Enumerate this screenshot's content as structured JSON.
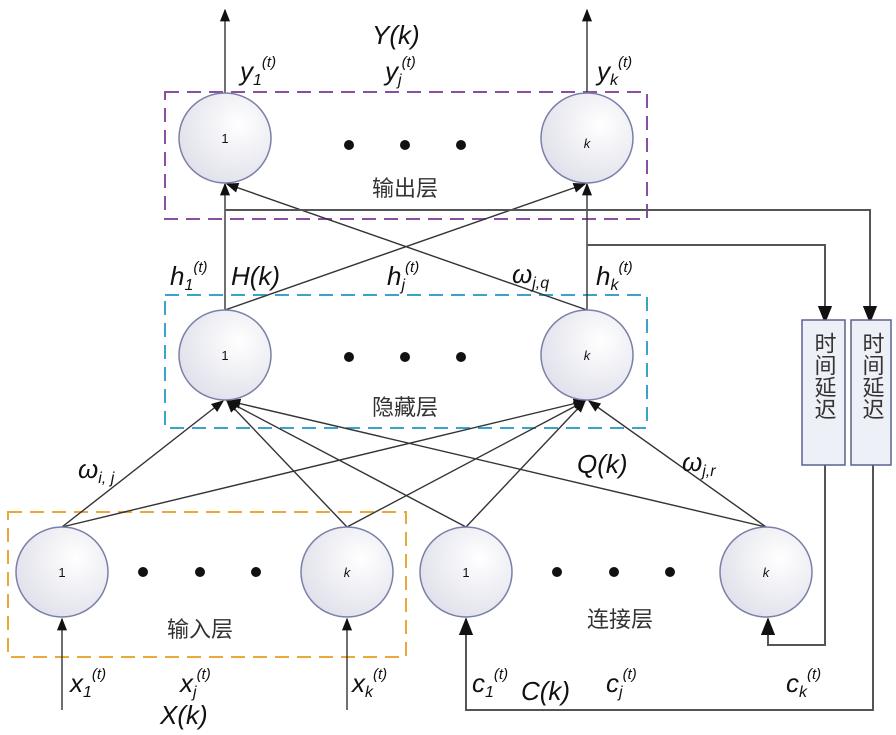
{
  "layers": {
    "output": {
      "label": "输出层",
      "border_color": "#8a4fa0"
    },
    "hidden": {
      "label": "隐藏层",
      "border_color": "#3aa3c8"
    },
    "input": {
      "label": "输入层",
      "border_color": "#e8a93a"
    },
    "context": {
      "label": "连接层"
    }
  },
  "nodes": {
    "first": "1",
    "last": "k"
  },
  "delay": {
    "left": "时间延迟",
    "right": "时间延迟"
  },
  "labels": {
    "Yk": {
      "main": "Y(k)"
    },
    "y1": {
      "main": "y",
      "sub": "1",
      "sup": "(t)"
    },
    "yj": {
      "main": "y",
      "sub": "j",
      "sup": "(t)"
    },
    "yk": {
      "main": "y",
      "sub": "k",
      "sup": "(t)"
    },
    "h1": {
      "main": "h",
      "sub": "1",
      "sup": "(t)"
    },
    "Hk": {
      "main": "H(k)"
    },
    "hj": {
      "main": "h",
      "sub": "j",
      "sup": "(t)"
    },
    "wjq": {
      "main": "ω",
      "sub": "j,q"
    },
    "hk": {
      "main": "h",
      "sub": "k",
      "sup": "(t)"
    },
    "wij": {
      "main": "ω",
      "sub": "i, j"
    },
    "Qk": {
      "main": "Q(k)"
    },
    "wjr": {
      "main": "ω",
      "sub": "j,r"
    },
    "x1": {
      "main": "x",
      "sub": "1",
      "sup": "(t)"
    },
    "xj": {
      "main": "x",
      "sub": "j",
      "sup": "(t)"
    },
    "Xk": {
      "main": "X(k)"
    },
    "xk": {
      "main": "x",
      "sub": "k",
      "sup": "(t)"
    },
    "c1": {
      "main": "c",
      "sub": "1",
      "sup": "(t)"
    },
    "Ck": {
      "main": "C(k)"
    },
    "cj": {
      "main": "c",
      "sub": "j",
      "sup": "(t)"
    },
    "ck": {
      "main": "c",
      "sub": "k",
      "sup": "(t)"
    }
  }
}
